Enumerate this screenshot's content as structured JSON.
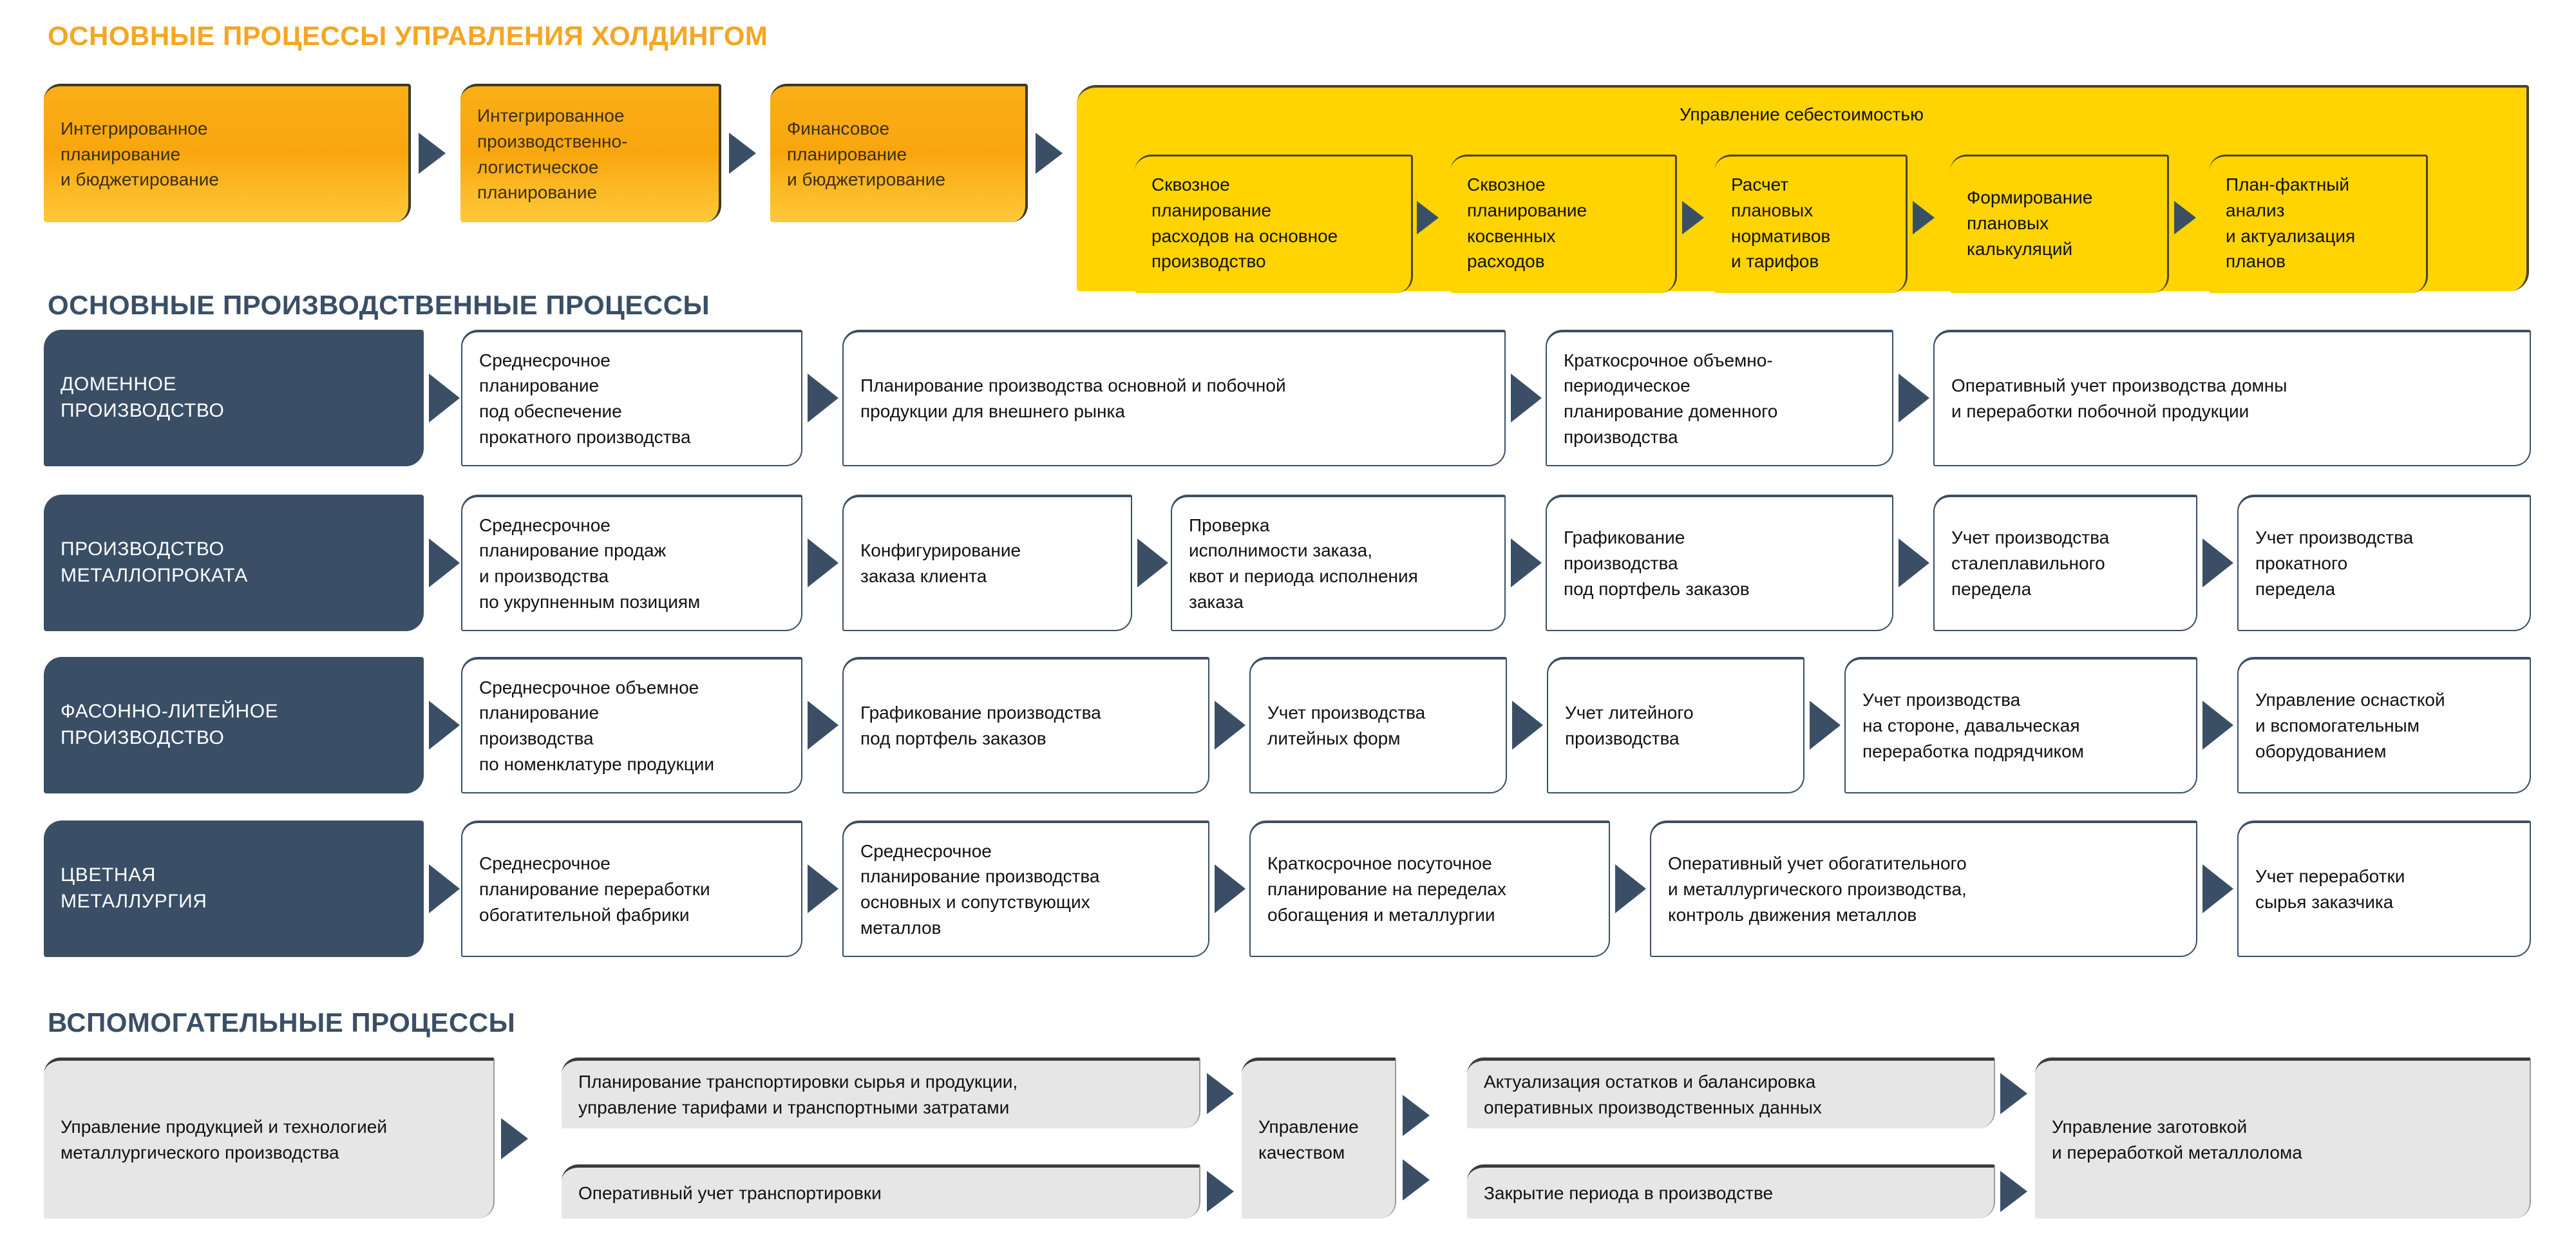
{
  "sections": {
    "holding": {
      "title": "ОСНОВНЫЕ ПРОЦЕССЫ УПРАВЛЕНИЯ ХОЛДИНГОМ"
    },
    "production": {
      "title": "ОСНОВНЫЕ ПРОИЗВОДСТВЕННЫЕ ПРОЦЕССЫ"
    },
    "auxiliary": {
      "title": "ВСПОМОГАТЕЛЬНЫЕ ПРОЦЕССЫ"
    }
  },
  "holding_row": {
    "boxes": [
      {
        "label": "Интегрированное\nпланирование\nи бюджетирование"
      },
      {
        "label": "Интегрированное\nпроизводственно-\nлогистическое\nпланирование"
      },
      {
        "label": "Финансовое\nпланирование\nи бюджетирование"
      }
    ],
    "cost_management": {
      "title": "Управление себестоимостью",
      "boxes": [
        {
          "label": "Сквозное\nпланирование\nрасходов на основное\nпроизводство"
        },
        {
          "label": "Сквозное\nпланирование\nкосвенных\nрасходов"
        },
        {
          "label": "Расчет\nплановых\nнормативов\nи тарифов"
        },
        {
          "label": "Формирование\nплановых\nкалькуляций"
        },
        {
          "label": "План-фактный\nанализ\nи актуализация\nпланов"
        }
      ]
    }
  },
  "production_rows": [
    {
      "name": "ДОМЕННОЕ\nПРОИЗВОДСТВО",
      "steps": [
        {
          "label": "Среднесрочное\nпланирование\nпод обеспечение\nпрокатного производства"
        },
        {
          "label": "Планирование  производства основной и побочной\nпродукции для внешнего рынка"
        },
        {
          "label": "Краткосрочное объемно-\nпериодическое\nпланирование доменного\nпроизводства"
        },
        {
          "label": "Оперативный учет производства домны\nи переработки побочной продукции"
        }
      ]
    },
    {
      "name": "ПРОИЗВОДСТВО\nМЕТАЛЛОПРОКАТА",
      "steps": [
        {
          "label": "Среднесрочное\nпланирование продаж\nи производства\nпо укрупненным позициям"
        },
        {
          "label": "Конфигурирование\nзаказа клиента"
        },
        {
          "label": "Проверка\nисполнимости заказа,\nквот и периода исполнения\nзаказа"
        },
        {
          "label": "Графикование\nпроизводства\nпод портфель заказов"
        },
        {
          "label": "Учет производства\nсталеплавильного\nпередела"
        },
        {
          "label": "Учет производства\nпрокатного\nпередела"
        }
      ]
    },
    {
      "name": "ФАСОННО-ЛИТЕЙНОЕ\nПРОИЗВОДСТВО",
      "steps": [
        {
          "label": "Среднесрочное объемное\nпланирование\nпроизводства\nпо номенклатуре продукции"
        },
        {
          "label": "Графикование производства\nпод портфель заказов"
        },
        {
          "label": "Учет производства\nлитейных форм"
        },
        {
          "label": "Учет литейного\nпроизводства"
        },
        {
          "label": "Учет производства\nна стороне, давальческая\nпереработка подрядчиком"
        },
        {
          "label": "Управление оснасткой\nи вспомогательным\nоборудованием"
        }
      ]
    },
    {
      "name": "ЦВЕТНАЯ\nМЕТАЛЛУРГИЯ",
      "steps": [
        {
          "label": "Среднесрочное\nпланирование переработки\nобогатительной фабрики"
        },
        {
          "label": "Среднесрочное\nпланирование производства\nосновных и сопутствующих\nметаллов"
        },
        {
          "label": "Краткосрочное посуточное\nпланирование на переделах\nобогащения и металлургии"
        },
        {
          "label": "Оперативный учет обогатительного\nи металлургического производства,\nконтроль движения металлов"
        },
        {
          "label": "Учет переработки\nсырья заказчика"
        }
      ]
    }
  ],
  "auxiliary_row": {
    "boxes": [
      {
        "label": "Управление продукцией и технологией\nметаллургического производства"
      },
      {
        "label": "Планирование транспортировки сырья и продукции,\nуправление тарифами и транспортными затратами"
      },
      {
        "label": "Оперативный учет транспортировки"
      },
      {
        "label": "Управление\nкачеством"
      },
      {
        "label": "Актуализация остатков и балансировка\nоперативных производственных данных"
      },
      {
        "label": "Закрытие периода в производстве"
      },
      {
        "label": "Управление заготовкой\nи переработкой металлолома"
      }
    ]
  },
  "colors": {
    "orange_accent": "#F5A623",
    "navy": "#3A4F66",
    "yellow": "#FFD400",
    "grey": "#E6E6E6",
    "orange_box": "#F9A60E"
  }
}
